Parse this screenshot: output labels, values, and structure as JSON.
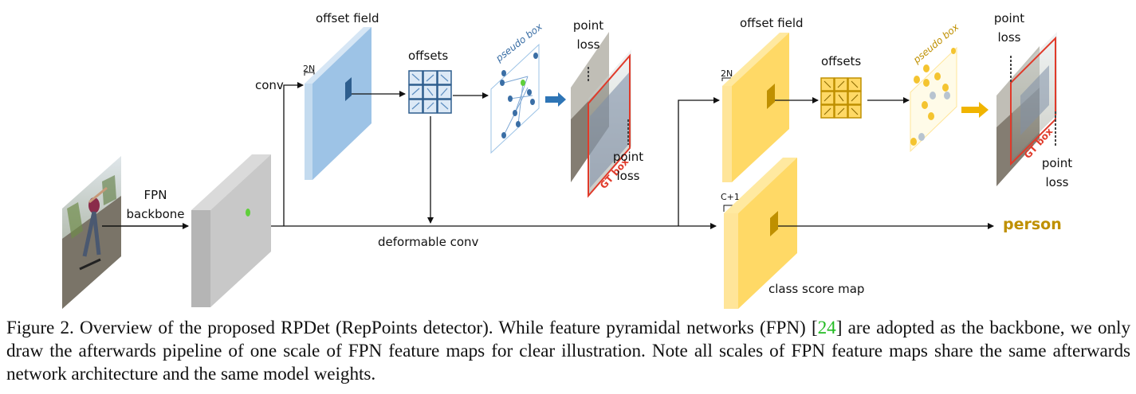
{
  "diagram": {
    "labels": {
      "fpn_backbone_line1": "FPN",
      "fpn_backbone_line2": "backbone",
      "conv": "conv",
      "deformable_conv": "deformable conv",
      "offset_field_top": "offset field",
      "offset_field_right": "offset field",
      "channels_2n_top": "2N",
      "channels_2n_right": "2N",
      "channels_c1": "C+1",
      "offsets_top": "offsets",
      "offsets_right": "offsets",
      "pseudo_box_top": "pseudo box",
      "pseudo_box_right": "pseudo box",
      "point_loss_1_line1": "point",
      "point_loss_1_line2": "loss",
      "point_loss_2_line1": "point",
      "point_loss_2_line2": "loss",
      "point_loss_3_line1": "point",
      "point_loss_3_line2": "loss",
      "point_loss_4_line1": "point",
      "point_loss_4_line2": "loss",
      "gt_box_1": "GT box",
      "gt_box_2": "GT box",
      "class_score_map": "class score map",
      "output_class": "person"
    },
    "colors": {
      "blue_branch": "#9dc3e6",
      "yellow_branch": "#ffd966",
      "feature_map": "#c8c8c8",
      "output_label": "#bf9000",
      "arrow_blue": "#2e75b6",
      "arrow_yellow": "#f0b400"
    }
  },
  "caption": {
    "prefix": "Figure 2. Overview of the proposed RPDet (RepPoints detector). While feature pyramidal networks (FPN) [",
    "ref": "24",
    "suffix": "] are adopted as the backbone, we only draw the afterwards pipeline of one scale of FPN feature maps for clear illustration. Note all scales of FPN feature maps share the same afterwards network architecture and the same model weights."
  }
}
